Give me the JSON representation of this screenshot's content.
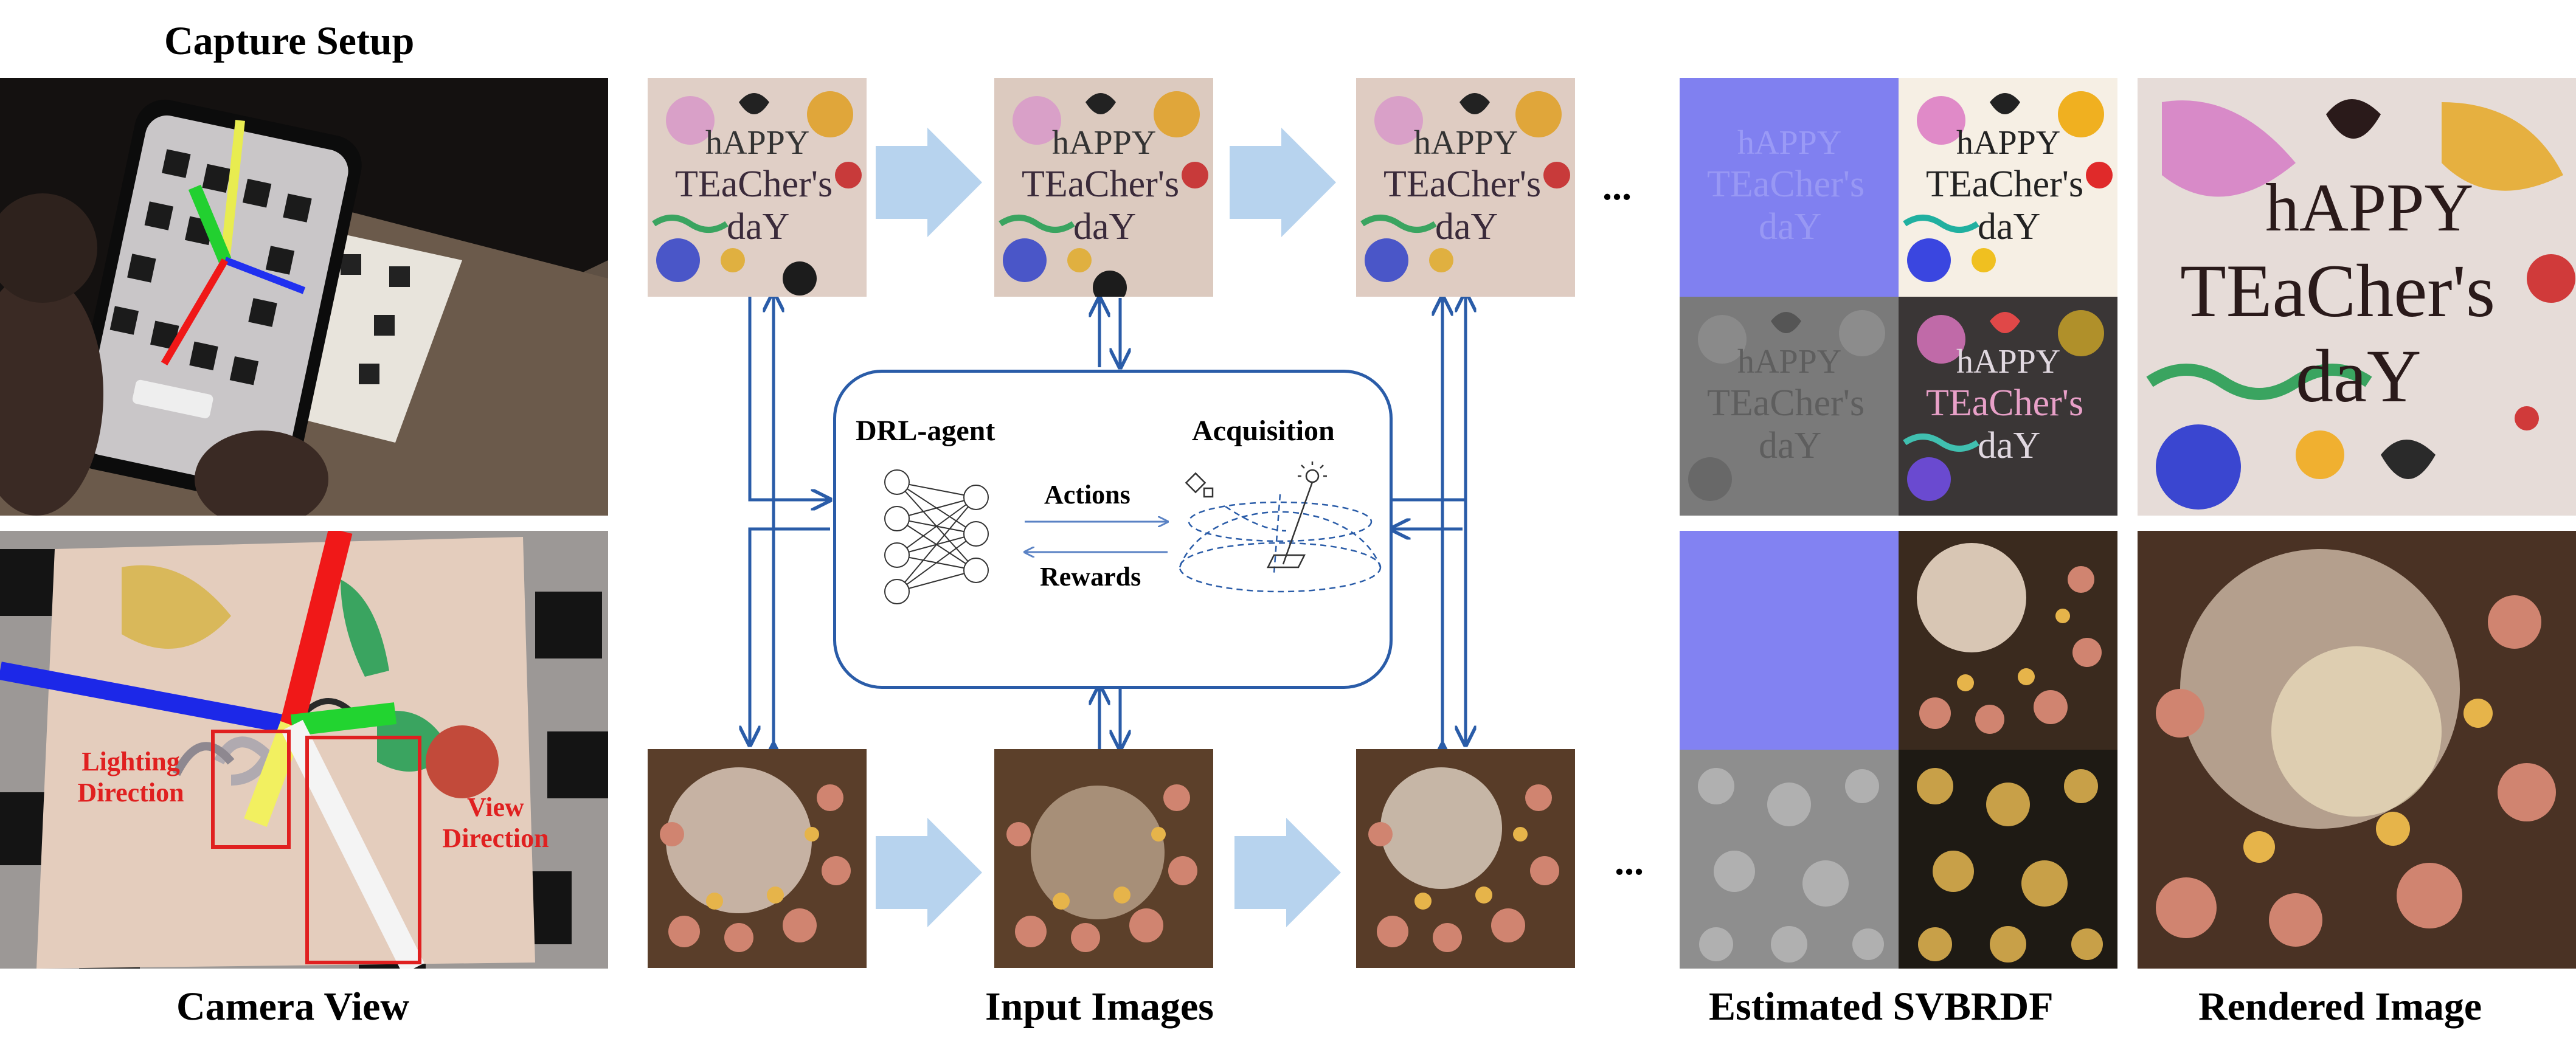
{
  "labels": {
    "capture_setup": "Capture Setup",
    "camera_view": "Camera View",
    "input_images": "Input Images",
    "estimated_svbrdf": "Estimated SVBRDF",
    "rendered_image": "Rendered Image",
    "drl_agent": "DRL-agent",
    "acquisition": "Acquisition",
    "actions": "Actions",
    "rewards": "Rewards",
    "lighting_direction": "Lighting Direction",
    "view_direction": "View Direction",
    "ellipsis": "..."
  },
  "card_text": {
    "line1": "hAPPY",
    "line2": "TEaCher's",
    "line3": "daY"
  },
  "colors": {
    "arrow_blue": "#2a5ca8",
    "big_arrow": "#b7d3ee",
    "normal_map": "#8080f0",
    "label_red": "#e02020"
  }
}
